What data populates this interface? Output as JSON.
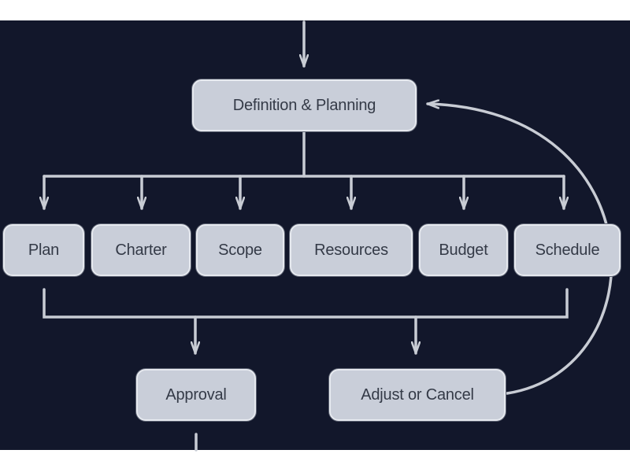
{
  "colors": {
    "background": "#12172b",
    "node_fill": "#c9ced9",
    "node_text": "#343a47",
    "connector": "#c8ccd4"
  },
  "nodes": {
    "definition_planning": "Definition & Planning",
    "plan": "Plan",
    "charter": "Charter",
    "scope": "Scope",
    "resources": "Resources",
    "budget": "Budget",
    "schedule": "Schedule",
    "approval": "Approval",
    "adjust_or_cancel": "Adjust or Cancel"
  }
}
